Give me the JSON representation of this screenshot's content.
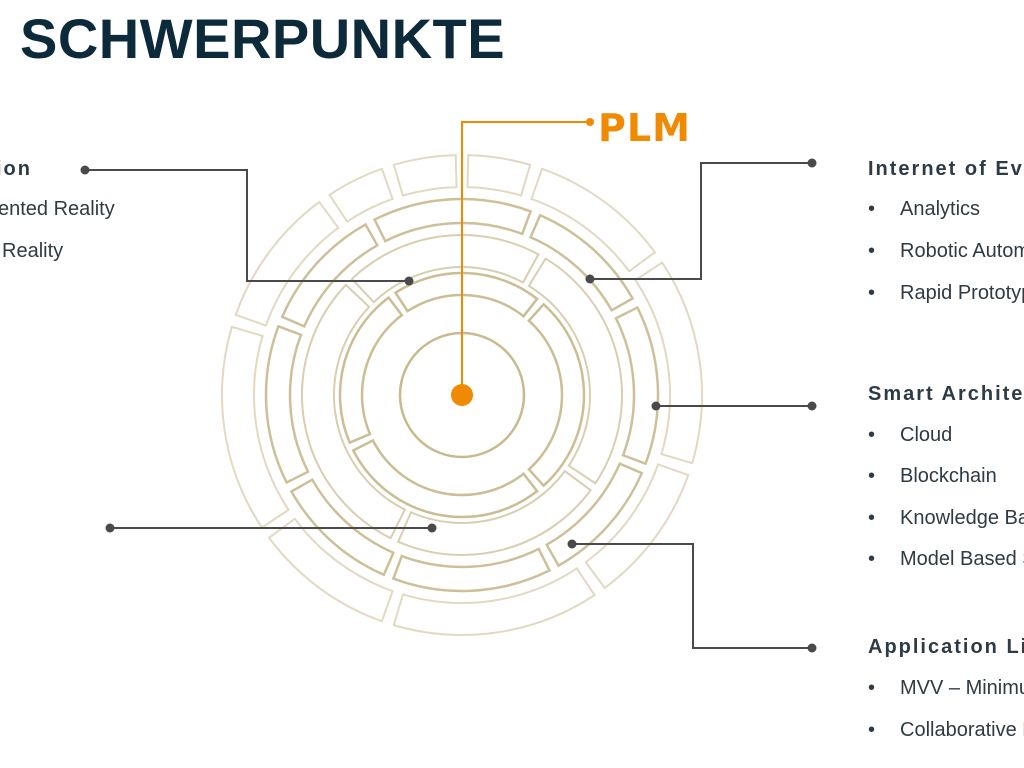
{
  "title": "SCHWERPUNKTE",
  "center_label": "PLM",
  "colors": {
    "title": "#0c2a3a",
    "accent": "#f08a00",
    "ring": "#c8b98e",
    "line": "#4a4a4a",
    "text": "#2e3b44"
  },
  "left_group": {
    "title_visible": "ion",
    "items": [
      "ented Reality",
      "Reality"
    ]
  },
  "right_groups": [
    {
      "title": "Internet of Eve",
      "items": [
        "Analytics",
        "Robotic Automa",
        "Rapid Prototyp"
      ]
    },
    {
      "title": "Smart Architec",
      "items": [
        "Cloud",
        "Blockchain",
        "Knowledge Bas",
        "Model Based S"
      ]
    },
    {
      "title": "Application Li",
      "items": [
        "MVV – Minimu",
        "Collaborative P"
      ]
    }
  ],
  "bullet_char": "•"
}
